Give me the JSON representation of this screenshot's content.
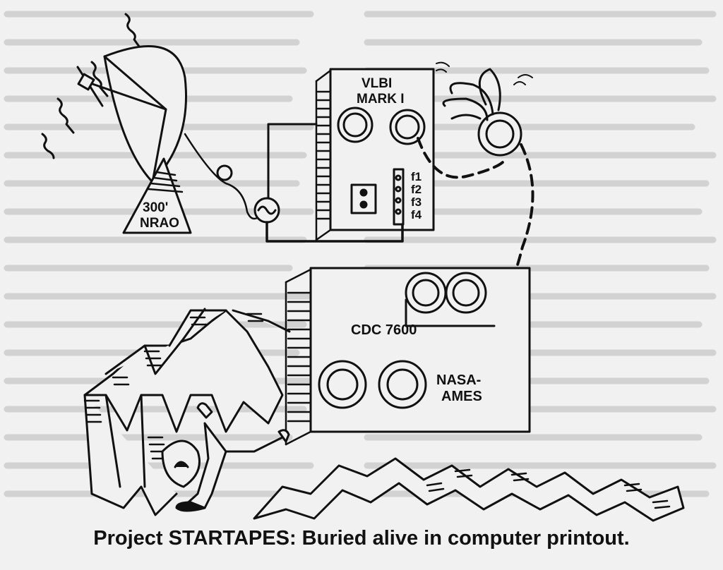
{
  "illustration": {
    "dish_label_line1": "300'",
    "dish_label_line2": "NRAO",
    "vlbi_label_line1": "VLBI",
    "vlbi_label_line2": "MARK I",
    "freq_labels": [
      "f1",
      "f2",
      "f3",
      "f4"
    ],
    "cdc_label": "CDC 7600",
    "nasa_label_line1": "NASA-",
    "nasa_label_line2": "AMES"
  },
  "caption": "Project STARTAPES: Buried alive in computer printout.",
  "colors": {
    "ink": "#111111",
    "paper": "#f1f1f1",
    "bleed": "#9a9a9a"
  }
}
